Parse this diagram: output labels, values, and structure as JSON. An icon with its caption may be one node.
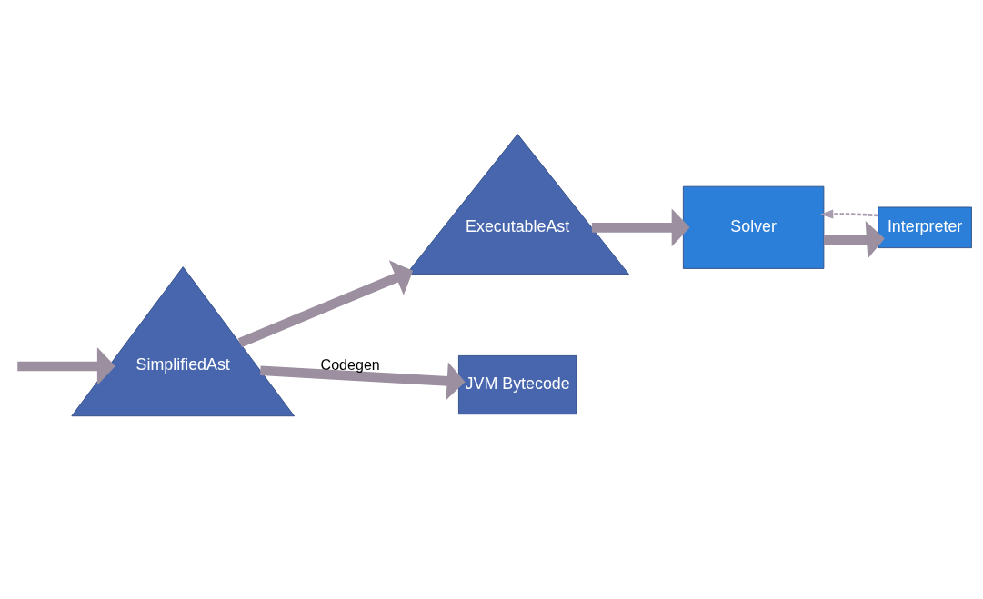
{
  "diagram": {
    "nodes": [
      {
        "text": [
          "SimplifiedAst"
        ]
      },
      {
        "text": [
          "ExecutableAst"
        ]
      },
      {
        "text": [
          "Solver"
        ]
      },
      {
        "text": [
          "JVM Bytecode"
        ]
      },
      {
        "text": [
          "Interpreter"
        ]
      }
    ],
    "edges": [
      {
        "from": null,
        "to": 0,
        "arrow": "to"
      },
      {
        "from": 0,
        "to": 1,
        "arrow": "to"
      },
      {
        "from": 1,
        "to": 2,
        "arrow": "to"
      },
      {
        "from": 0,
        "to": 3,
        "arrow": "to",
        "label": "Codegen"
      },
      {
        "from": 2,
        "to": 4,
        "arrow": "to"
      },
      {
        "from": 4,
        "to": 2,
        "arrow": "to",
        "style": "dashed"
      }
    ]
  }
}
